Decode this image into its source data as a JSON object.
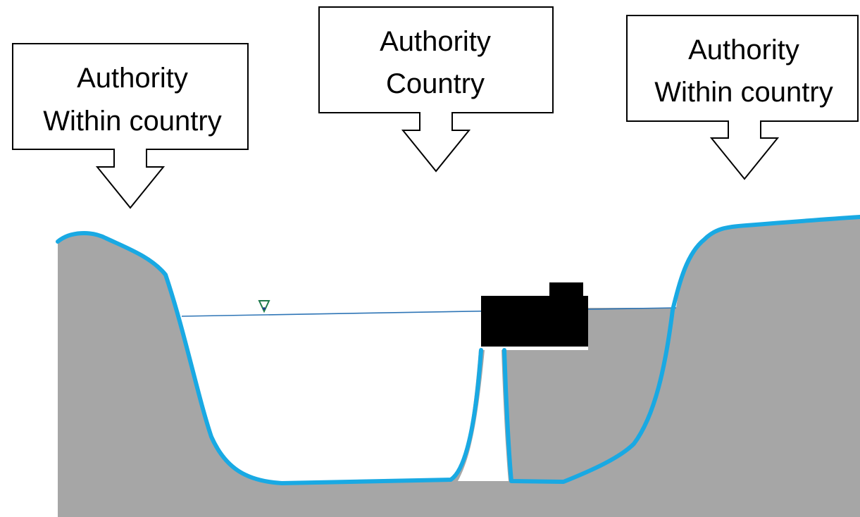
{
  "callouts": {
    "left": {
      "line1": "Authority",
      "line2": "Within country"
    },
    "center": {
      "line1": "Authority",
      "line2": "Country"
    },
    "right": {
      "line1": "Authority",
      "line2": "Within country"
    }
  },
  "colors": {
    "terrain": "#a6a6a6",
    "riverbank_outline": "#19a9e3",
    "water_surface_line": "#2e75b6",
    "water_level_marker": "#1f7a4d",
    "structure": "#000000",
    "callout_border": "#000000",
    "callout_fill": "#ffffff"
  },
  "icons": {
    "water_level": "inverted-triangle-water-level-icon",
    "structure": "dam-block-icon",
    "arrows": "down-arrow-icon"
  }
}
